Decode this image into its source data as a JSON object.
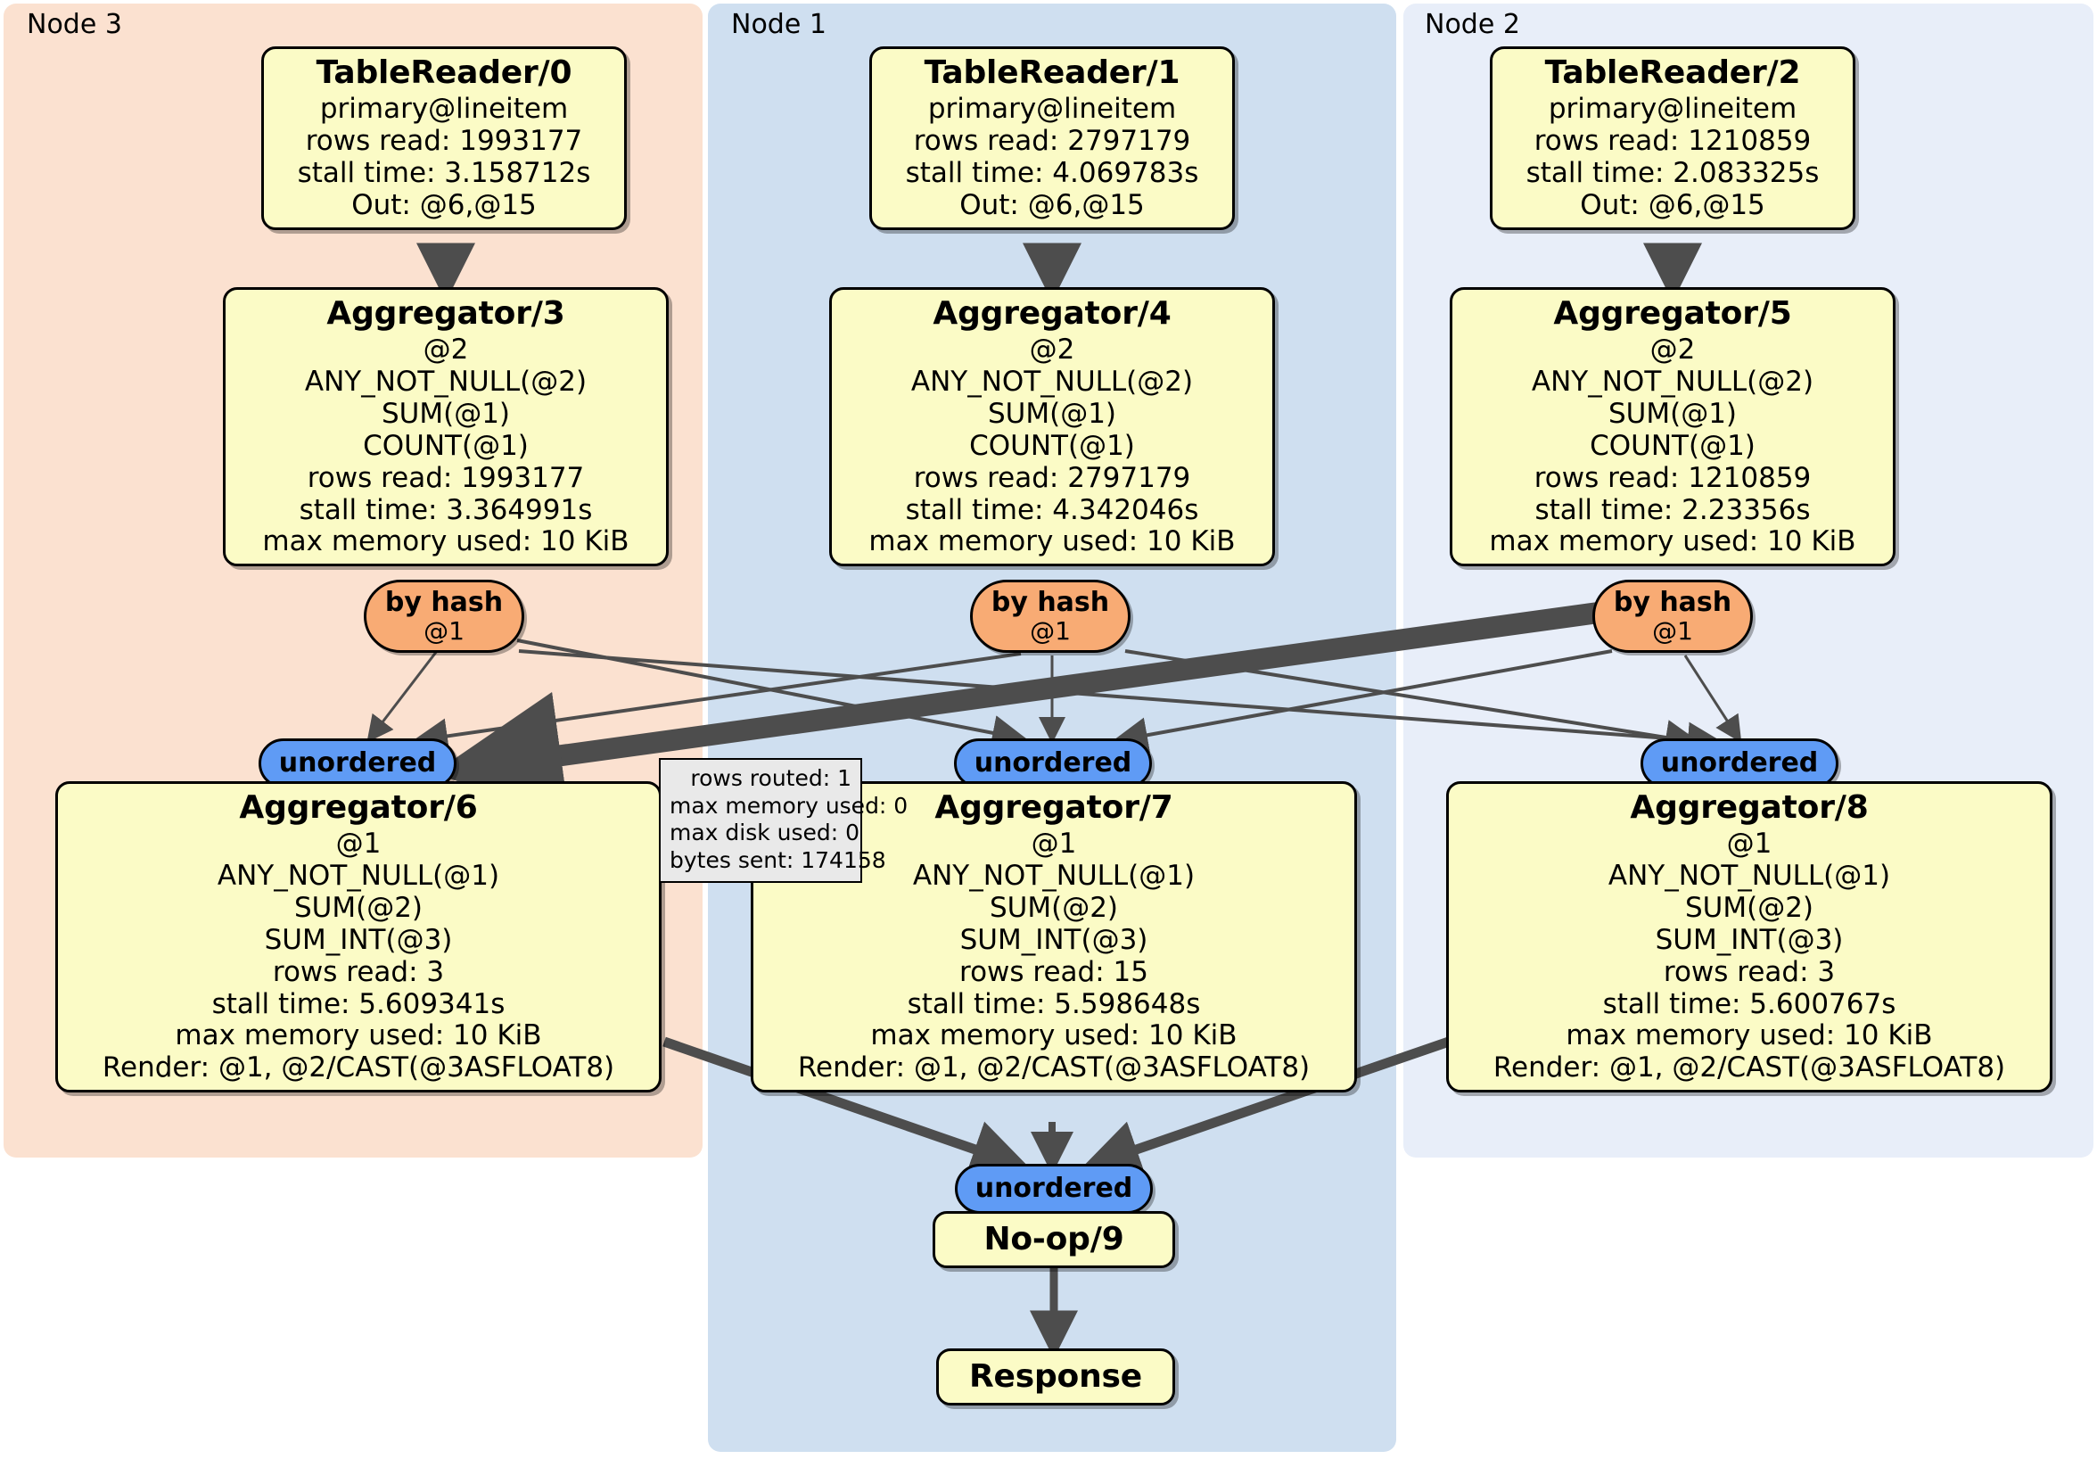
{
  "diagram": {
    "type": "distributed-query-execution-plan",
    "colors": {
      "node3_panel": "#fbe1d0",
      "node1_panel": "#cfdff0",
      "node2_panel": "#e8eef9",
      "operator_box": "#fbfbc6",
      "hash_router": "#f8ab74",
      "unordered_router": "#5f9bf5",
      "stats_box": "#e9e9e9",
      "edge": "#4d4d4d"
    }
  },
  "clusters": [
    {
      "id": "node3",
      "label": "Node 3"
    },
    {
      "id": "node1",
      "label": "Node 1"
    },
    {
      "id": "node2",
      "label": "Node 2"
    }
  ],
  "table_readers": [
    {
      "title": "TableReader/0",
      "lines": [
        "primary@lineitem",
        "rows read: 1993177",
        "stall time: 3.158712s",
        "Out: @6,@15"
      ]
    },
    {
      "title": "TableReader/1",
      "lines": [
        "primary@lineitem",
        "rows read: 2797179",
        "stall time: 4.069783s",
        "Out: @6,@15"
      ]
    },
    {
      "title": "TableReader/2",
      "lines": [
        "primary@lineitem",
        "rows read: 1210859",
        "stall time: 2.083325s",
        "Out: @6,@15"
      ]
    }
  ],
  "local_aggregators": [
    {
      "title": "Aggregator/3",
      "lines": [
        "@2",
        "ANY_NOT_NULL(@2)",
        "SUM(@1)",
        "COUNT(@1)",
        "rows read: 1993177",
        "stall time: 3.364991s",
        "max memory used: 10 KiB"
      ]
    },
    {
      "title": "Aggregator/4",
      "lines": [
        "@2",
        "ANY_NOT_NULL(@2)",
        "SUM(@1)",
        "COUNT(@1)",
        "rows read: 2797179",
        "stall time: 4.342046s",
        "max memory used: 10 KiB"
      ]
    },
    {
      "title": "Aggregator/5",
      "lines": [
        "@2",
        "ANY_NOT_NULL(@2)",
        "SUM(@1)",
        "COUNT(@1)",
        "rows read: 1210859",
        "stall time: 2.23356s",
        "max memory used: 10 KiB"
      ]
    }
  ],
  "hash_routers": [
    {
      "title": "by hash",
      "sub": "@1"
    },
    {
      "title": "by hash",
      "sub": "@1"
    },
    {
      "title": "by hash",
      "sub": "@1"
    }
  ],
  "unordered_inputs": [
    {
      "title": "unordered"
    },
    {
      "title": "unordered"
    },
    {
      "title": "unordered"
    }
  ],
  "final_aggregators": [
    {
      "title": "Aggregator/6",
      "lines": [
        "@1",
        "ANY_NOT_NULL(@1)",
        "SUM(@2)",
        "SUM_INT(@3)",
        "rows read: 3",
        "stall time: 5.609341s",
        "max memory used: 10 KiB",
        "Render: @1, @2/CAST(@3ASFLOAT8)"
      ]
    },
    {
      "title": "Aggregator/7",
      "lines": [
        "@1",
        "ANY_NOT_NULL(@1)",
        "SUM(@2)",
        "SUM_INT(@3)",
        "rows read: 15",
        "stall time: 5.598648s",
        "max memory used: 10 KiB",
        "Render: @1, @2/CAST(@3ASFLOAT8)"
      ]
    },
    {
      "title": "Aggregator/8",
      "lines": [
        "@1",
        "ANY_NOT_NULL(@1)",
        "SUM(@2)",
        "SUM_INT(@3)",
        "rows read: 3",
        "stall time: 5.600767s",
        "max memory used: 10 KiB",
        "Render: @1, @2/CAST(@3ASFLOAT8)"
      ]
    }
  ],
  "stats_box": {
    "lines": [
      "rows routed: 1",
      "max memory used: 0",
      "max disk used: 0",
      "bytes sent: 174158"
    ]
  },
  "final_unordered": {
    "title": "unordered"
  },
  "noop": {
    "title": "No-op/9"
  },
  "response": {
    "title": "Response"
  }
}
